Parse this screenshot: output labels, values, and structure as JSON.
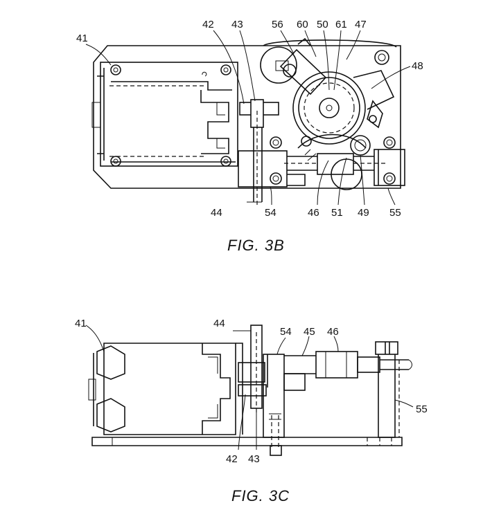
{
  "figures": [
    {
      "id": "fig3b",
      "caption": "FIG. 3B",
      "labels": {
        "l41": "41",
        "l42": "42",
        "l43": "43",
        "l56": "56",
        "l60": "60",
        "l50": "50",
        "l61": "61",
        "l47": "47",
        "l48": "48",
        "l44": "44",
        "l54": "54",
        "l46": "46",
        "l51": "51",
        "l49": "49",
        "l55": "55"
      }
    },
    {
      "id": "fig3c",
      "caption": "FIG. 3C",
      "labels": {
        "l41": "41",
        "l44": "44",
        "l54": "54",
        "l45": "45",
        "l46": "46",
        "l55": "55",
        "l42": "42",
        "l43": "43"
      }
    }
  ]
}
